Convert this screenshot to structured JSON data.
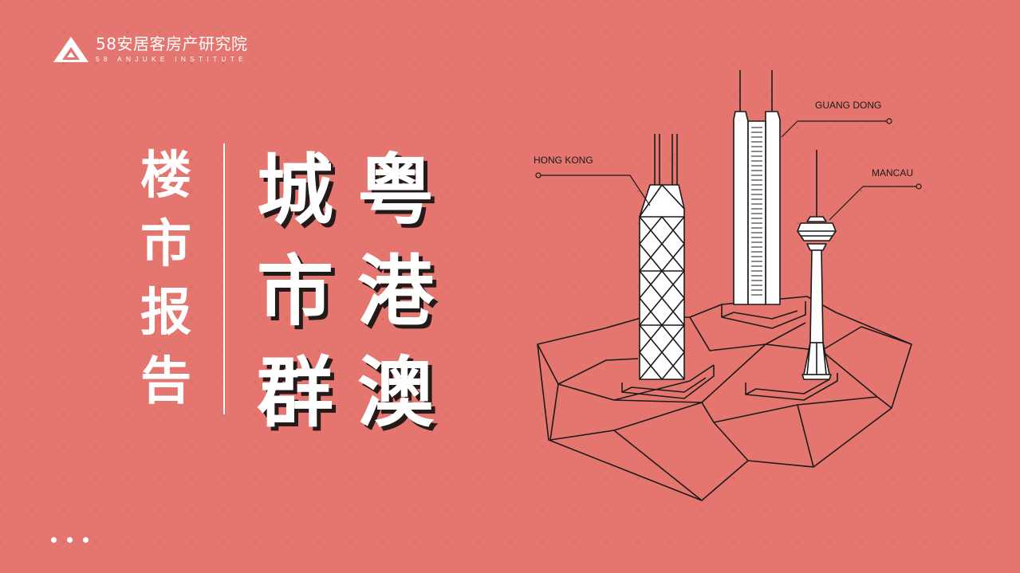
{
  "logo": {
    "name_cn": "58安居客房产研究院",
    "name_en": "58 ANJUKE INSTITUTE"
  },
  "subtitle_chars": [
    "楼",
    "市",
    "报",
    "告"
  ],
  "title_columns": [
    [
      "城",
      "市",
      "群"
    ],
    [
      "粤",
      "港",
      "澳"
    ]
  ],
  "illustration": {
    "labels": {
      "hong_kong": "HONG KONG",
      "guangdong": "GUANG DONG",
      "macau": "MANCAU"
    },
    "icons": [
      "bank-of-china-tower",
      "twin-tower",
      "macau-tower",
      "floating-island"
    ]
  },
  "pagination": {
    "dots": 3
  },
  "colors": {
    "background": "#E5766F",
    "text": "#FFFFFF",
    "shadow": "#241A1A",
    "line": "#1A1A1A"
  }
}
